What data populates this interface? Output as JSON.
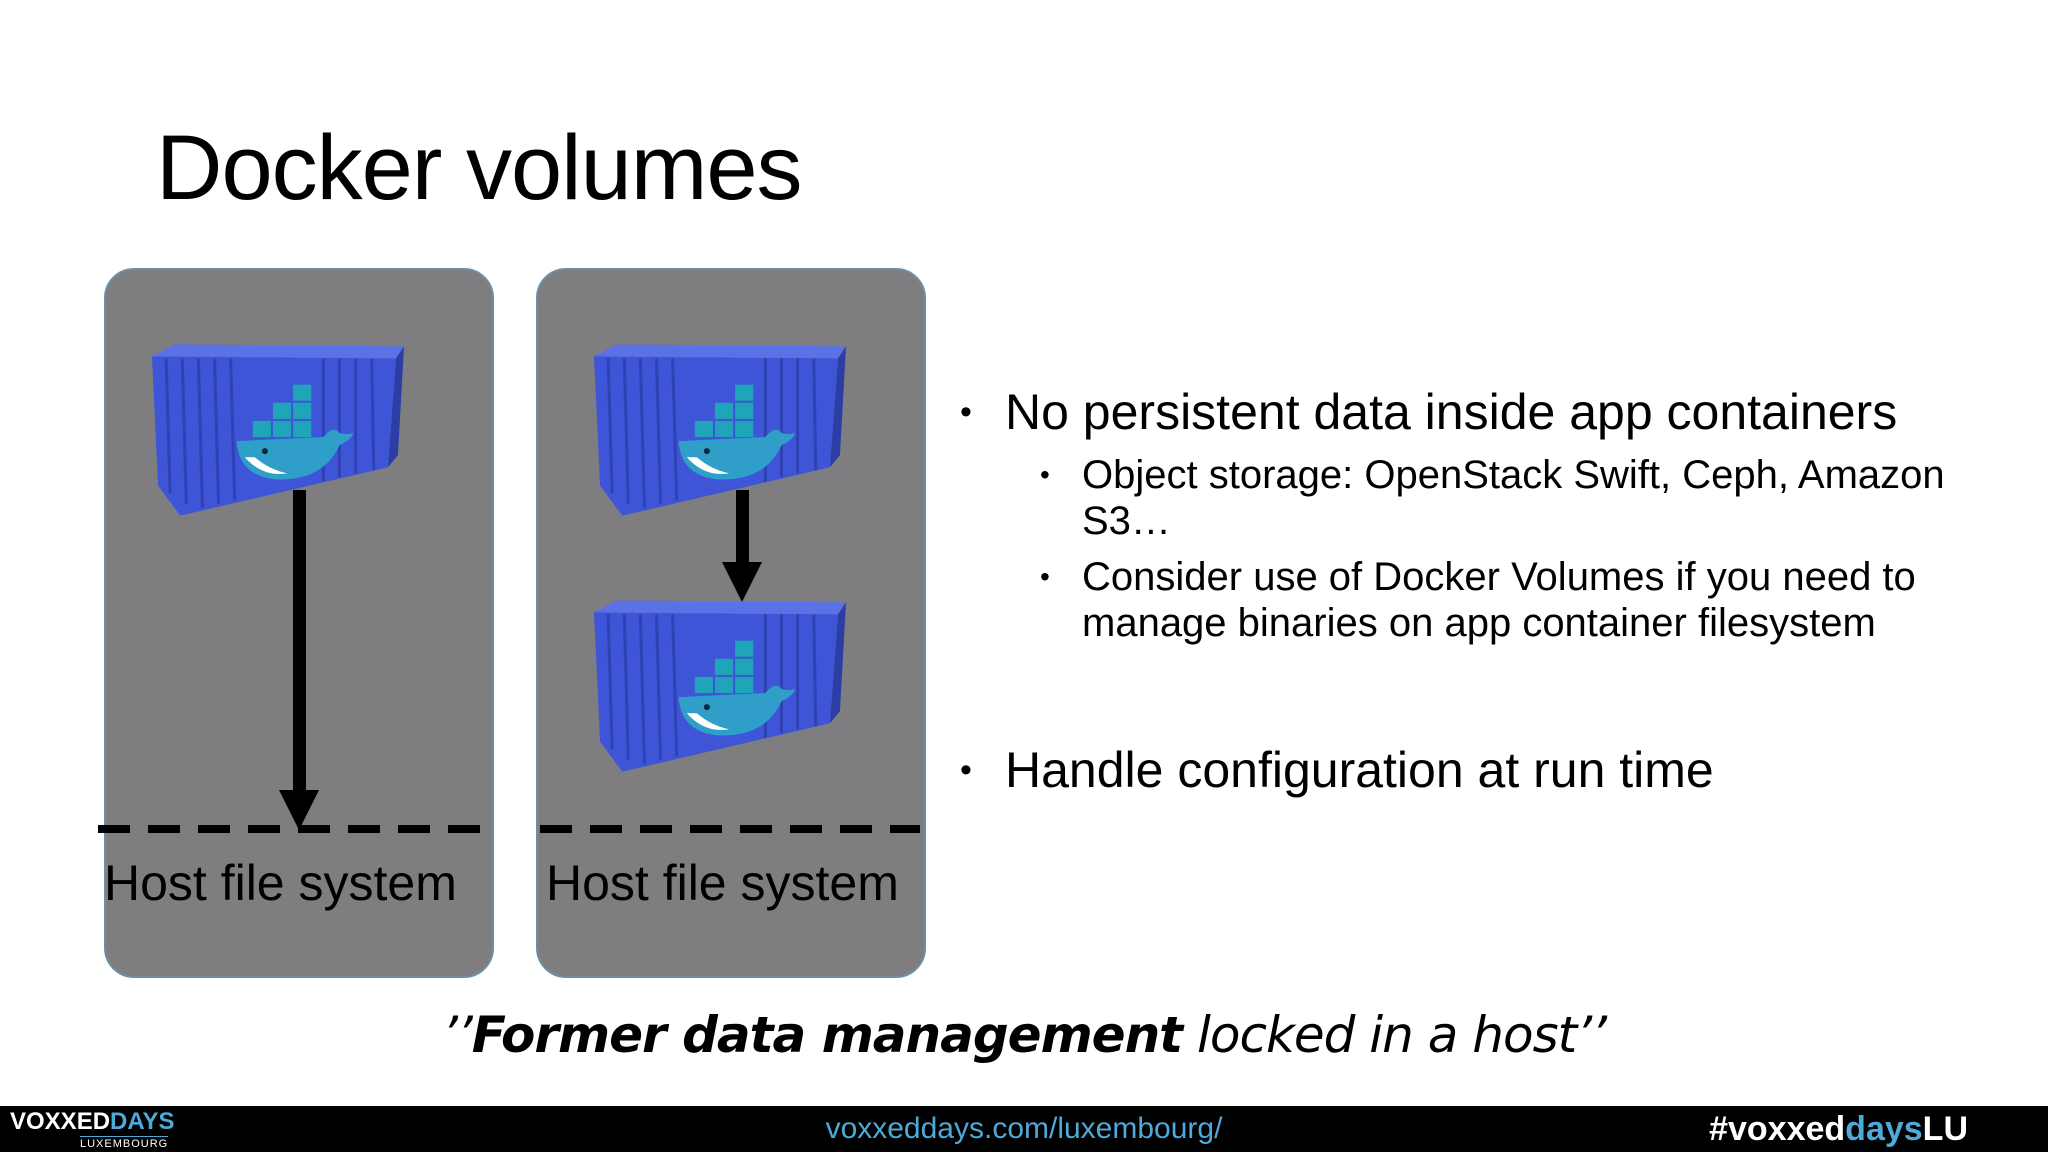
{
  "slide": {
    "title": "Docker volumes"
  },
  "diagram": {
    "left_panel": {
      "label": "Host file system"
    },
    "right_panel": {
      "label": "Host file system"
    }
  },
  "bullets": [
    {
      "text": "No persistent data inside app containers",
      "sub": [
        {
          "text": "Object storage: OpenStack Swift, Ceph, Amazon S3…"
        },
        {
          "text": "Consider use of Docker Volumes if you need to manage binaries on app container filesystem"
        }
      ]
    },
    {
      "text": "Handle configuration at run time"
    }
  ],
  "quote": {
    "open": "’’",
    "bold": "Former data management",
    "italic": " locked in a host",
    "close": "’’"
  },
  "footer": {
    "logo_main": "VOXXED",
    "logo_days": "DAYS",
    "logo_sub": "LUXEMBOURG",
    "url": "voxxeddays.com/luxembourg/",
    "hashtag_pre": "#voxxed",
    "hashtag_mid": "days",
    "hashtag_post": "LU"
  },
  "colors": {
    "panel": "#7e7d7f",
    "container": "#3d55d6",
    "whale": "#2f9fc9",
    "accent": "#4fa9d8"
  }
}
